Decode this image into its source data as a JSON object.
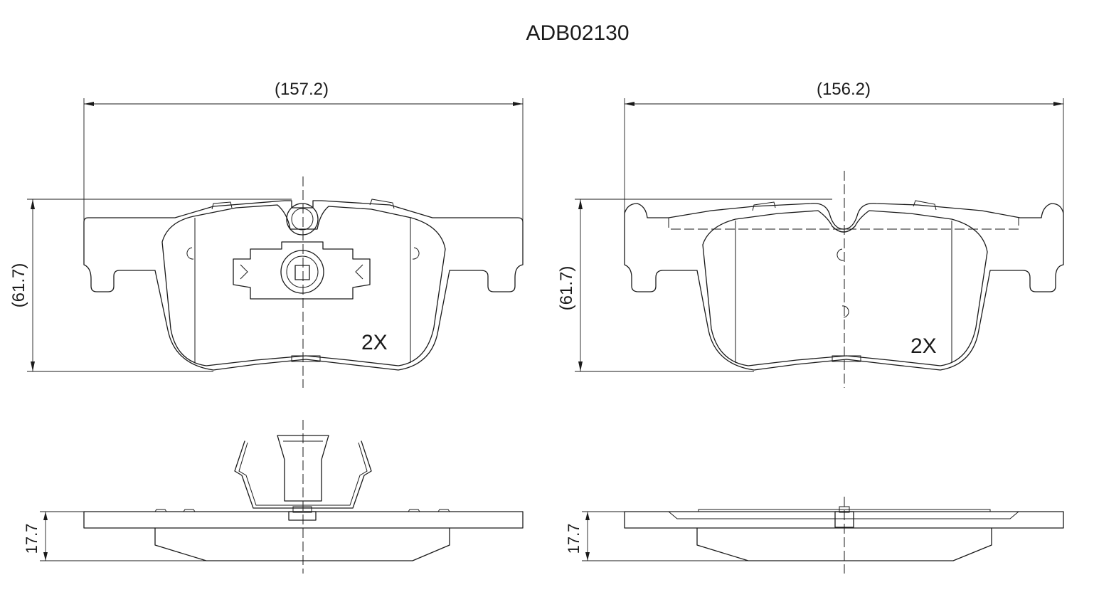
{
  "part_number": "ADB02130",
  "left_pad": {
    "width_label": "(157.2)",
    "height_label": "(61.7)",
    "quantity_label": "2X",
    "thickness_label": "17.7"
  },
  "right_pad": {
    "width_label": "(156.2)",
    "height_label": "(61.7)",
    "quantity_label": "2X",
    "thickness_label": "17.7"
  }
}
